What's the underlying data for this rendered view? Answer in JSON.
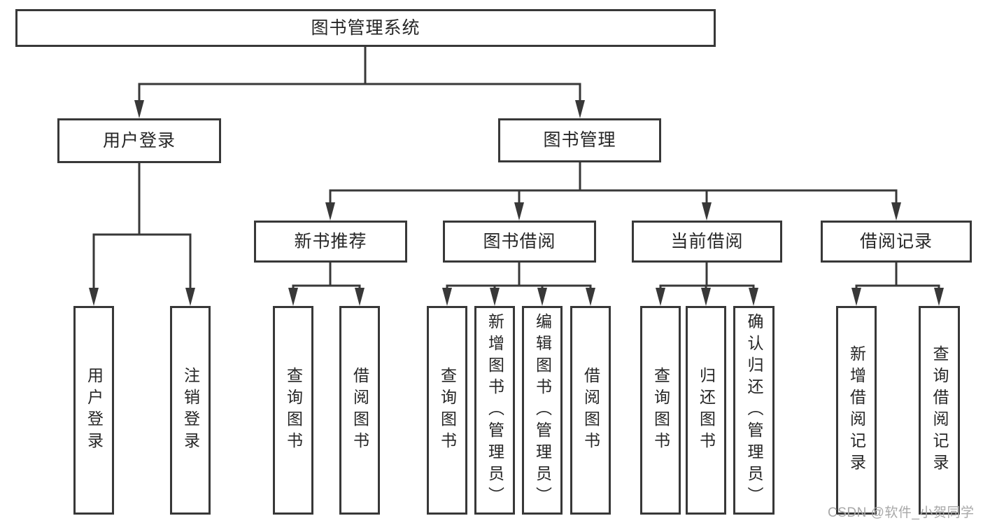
{
  "diagram_type": "functional-structure-tree",
  "tree": {
    "label": "图书管理系统",
    "children": [
      {
        "label": "用户登录",
        "children": [
          {
            "label": "用户登录"
          },
          {
            "label": "注销登录"
          }
        ]
      },
      {
        "label": "图书管理",
        "children": [
          {
            "label": "新书推荐",
            "children": [
              {
                "label": "查询图书"
              },
              {
                "label": "借阅图书"
              }
            ]
          },
          {
            "label": "图书借阅",
            "children": [
              {
                "label": "查询图书"
              },
              {
                "label": "新增图书（管理员）"
              },
              {
                "label": "编辑图书（管理员）"
              },
              {
                "label": "借阅图书"
              }
            ]
          },
          {
            "label": "当前借阅",
            "children": [
              {
                "label": "查询图书"
              },
              {
                "label": "归还图书"
              },
              {
                "label": "确认归还（管理员）"
              }
            ]
          },
          {
            "label": "借阅记录",
            "children": [
              {
                "label": "新增借阅记录"
              },
              {
                "label": "查询借阅记录"
              }
            ]
          }
        ]
      }
    ]
  },
  "watermark": {
    "text": "CSDN @软件_小贺同学",
    "color": "#a8a8a8"
  },
  "colors": {
    "line": "#383838",
    "box_border": "#383838",
    "box_fill": "#ffffff",
    "text": "#262626",
    "background": "#ffffff"
  }
}
